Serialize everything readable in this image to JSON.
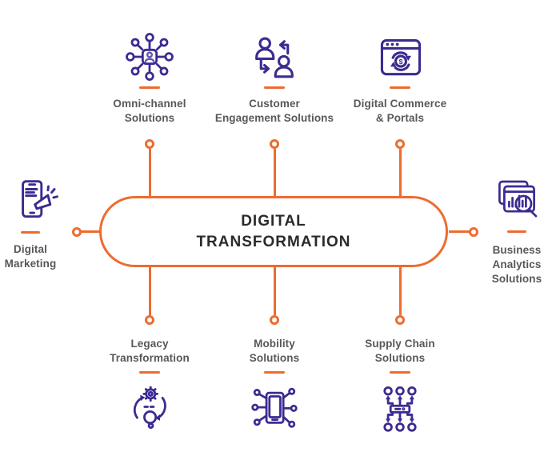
{
  "colors": {
    "accent_orange": "#ED6C2F",
    "icon_purple": "#3B2B90",
    "icon_purple_light": "#6658AE",
    "label_gray": "#57585B",
    "title_color": "#2B292E"
  },
  "diagram": {
    "center": {
      "lines": [
        "DIGITAL",
        "TRANSFORMATION"
      ]
    },
    "top": [
      {
        "icon": "hub-network-icon",
        "lines": [
          "Omni-channel",
          "Solutions"
        ]
      },
      {
        "icon": "people-exchange-icon",
        "lines": [
          "Customer",
          "Engagement Solutions"
        ]
      },
      {
        "icon": "commerce-browser-icon",
        "lines": [
          "Digital Commerce",
          "& Portals"
        ]
      }
    ],
    "left": {
      "icon": "mobile-megaphone-icon",
      "lines": [
        "Digital",
        "Marketing"
      ]
    },
    "right": {
      "icon": "analytics-magnifier-icon",
      "lines": [
        "Business",
        "Analytics",
        "Solutions"
      ]
    },
    "bottom": [
      {
        "icon": "gear-bulb-cycle-icon",
        "lines": [
          "Legacy",
          "Transformation"
        ]
      },
      {
        "icon": "circuit-phone-icon",
        "lines": [
          "Mobility",
          "Solutions"
        ]
      },
      {
        "icon": "distribution-network-icon",
        "lines": [
          "Supply Chain",
          "Solutions"
        ]
      }
    ]
  },
  "icons": {
    "dollar_symbol": "$"
  }
}
